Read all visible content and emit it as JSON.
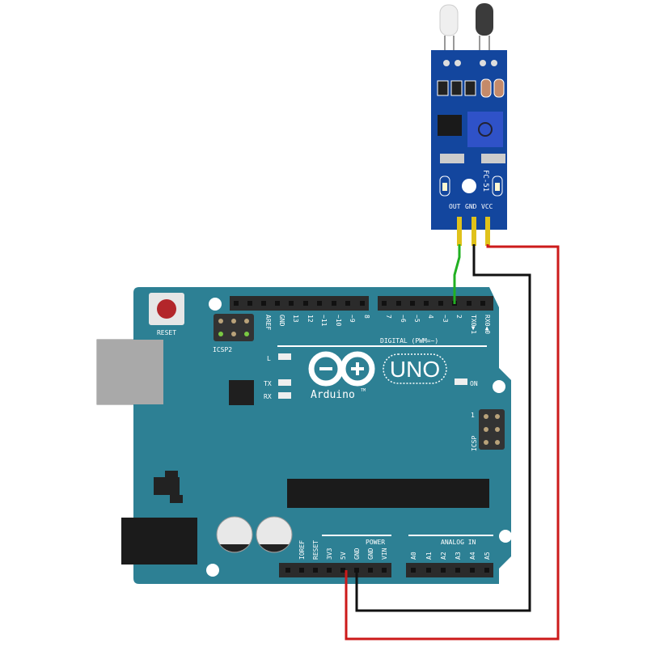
{
  "board": {
    "reset_label": "RESET",
    "icsp2_label": "ICSP2",
    "icsp_label": "ICSP",
    "icsp_pin1": "1",
    "digital_label": "DIGITAL (PWM=~)",
    "logo_text": "Arduino",
    "logo_tm": "TM",
    "model": "UNO",
    "led_l": "L",
    "led_tx": "TX",
    "led_rx": "RX",
    "led_on": "ON",
    "power_label": "POWER",
    "analog_label": "ANALOG IN",
    "digital_pins": [
      "AREF",
      "GND",
      "13",
      "12",
      "~11",
      "~10",
      "~9",
      "8",
      "7",
      "~6",
      "~5",
      "4",
      "~3",
      "2",
      "TX0▶1",
      "RX0◀0"
    ],
    "power_pins": [
      "IOREF",
      "RESET",
      "3V3",
      "5V",
      "GND",
      "GND",
      "VIN"
    ],
    "analog_pins": [
      "A0",
      "A1",
      "A2",
      "A3",
      "A4",
      "A5"
    ]
  },
  "sensor": {
    "model": "FC-51",
    "pins": [
      "OUT",
      "GND",
      "VCC"
    ]
  },
  "wires": {
    "signal_color": "#22b022",
    "ground_color": "#111111",
    "power_color": "#cc1a1a"
  }
}
